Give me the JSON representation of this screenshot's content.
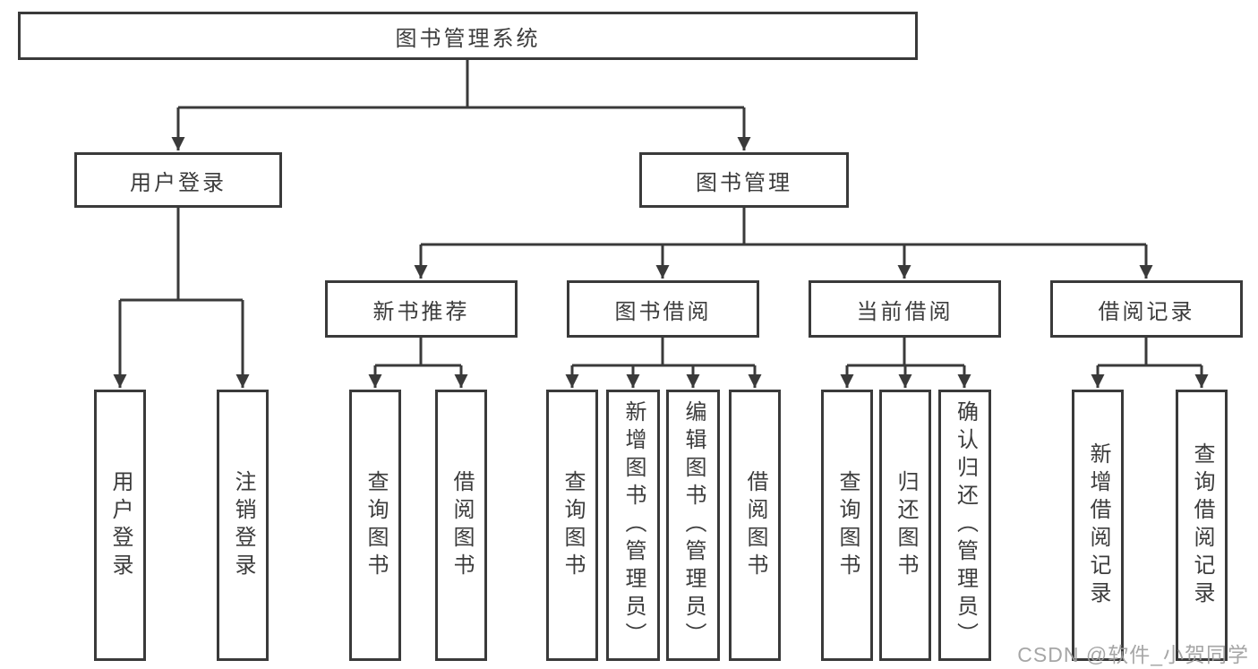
{
  "diagram": {
    "root": "图书管理系统",
    "level2": [
      {
        "label": "用户登录",
        "children": [
          "用户登录",
          "注销登录"
        ]
      },
      {
        "label": "图书管理",
        "sections": [
          {
            "label": "新书推荐",
            "children": [
              "查询图书",
              "借阅图书"
            ]
          },
          {
            "label": "图书借阅",
            "children": [
              "查询图书",
              "新增图书（管理员）",
              "编辑图书（管理员）",
              "借阅图书"
            ]
          },
          {
            "label": "当前借阅",
            "children": [
              "查询图书",
              "归还图书",
              "确认归还（管理员）"
            ]
          },
          {
            "label": "借阅记录",
            "children": [
              "新增借阅记录",
              "查询借阅记录"
            ]
          }
        ]
      }
    ]
  },
  "watermark": {
    "text": "CSDN @软件_小贺同学"
  },
  "colors": {
    "line": "#3a3a3a",
    "text": "#3c3c3c",
    "background": "#ffffff",
    "watermark": "#9e9e9e"
  }
}
